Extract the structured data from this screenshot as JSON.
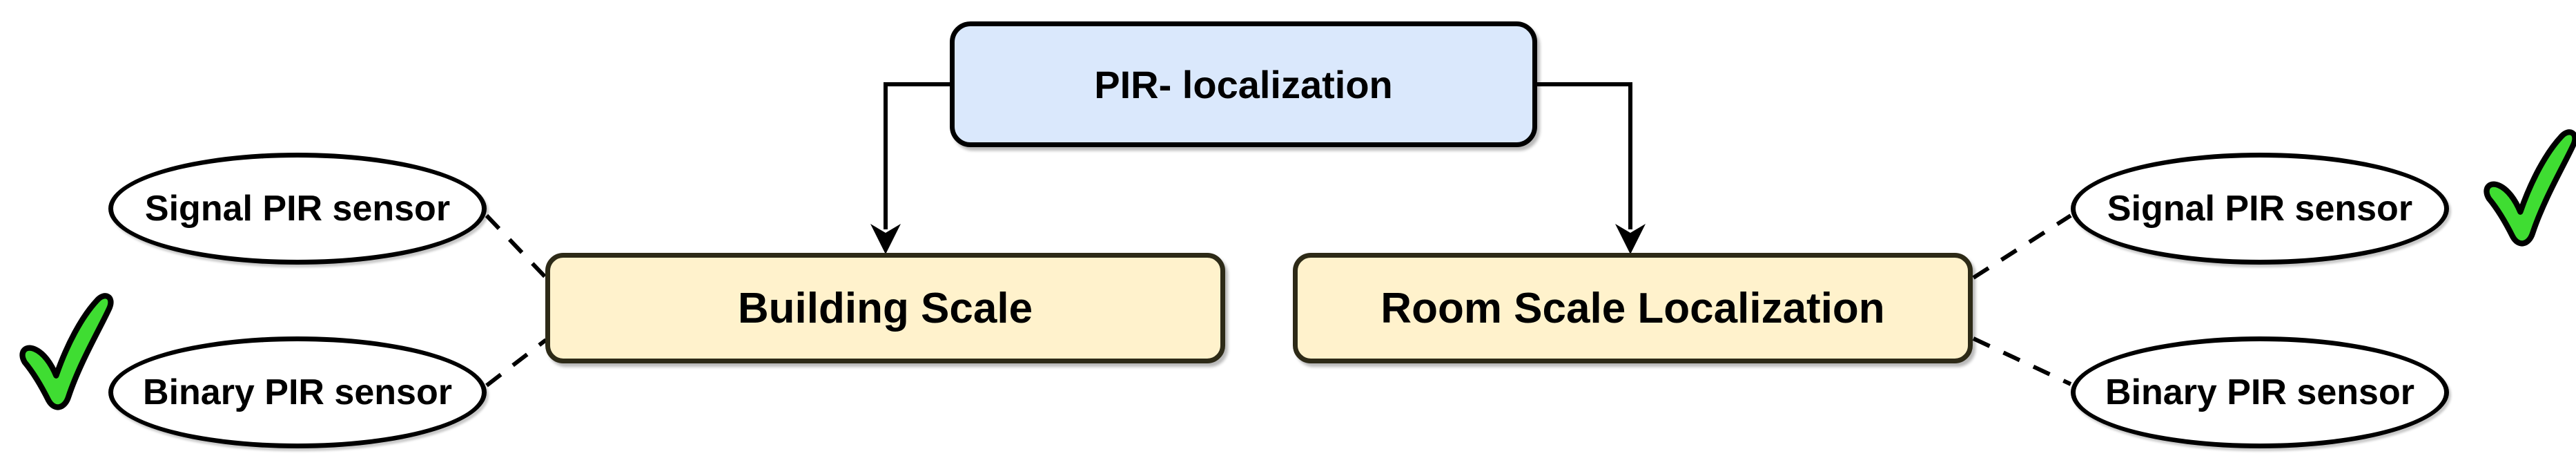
{
  "diagram": {
    "title_node": {
      "label": "PIR- localization"
    },
    "branch_nodes": {
      "building": {
        "label": "Building Scale"
      },
      "room": {
        "label": "Room Scale Localization"
      }
    },
    "sensor_nodes": {
      "left_signal": {
        "label": "Signal PIR sensor",
        "checked": false
      },
      "left_binary": {
        "label": "Binary PIR sensor",
        "checked": true
      },
      "right_signal": {
        "label": "Signal PIR sensor",
        "checked": true
      },
      "right_binary": {
        "label": "Binary PIR sensor",
        "checked": false
      }
    },
    "icons": {
      "check": "checkmark-icon"
    },
    "colors": {
      "root_fill": "#dae8fc",
      "root_border": "#000000",
      "scale_fill": "#fff2cc",
      "scale_border": "#2d2a17",
      "ellipse_fill": "#ffffff",
      "ellipse_border": "#000000",
      "connector": "#000000",
      "check_green": "#3fdd32",
      "canvas_bg": "#ffffff"
    }
  }
}
